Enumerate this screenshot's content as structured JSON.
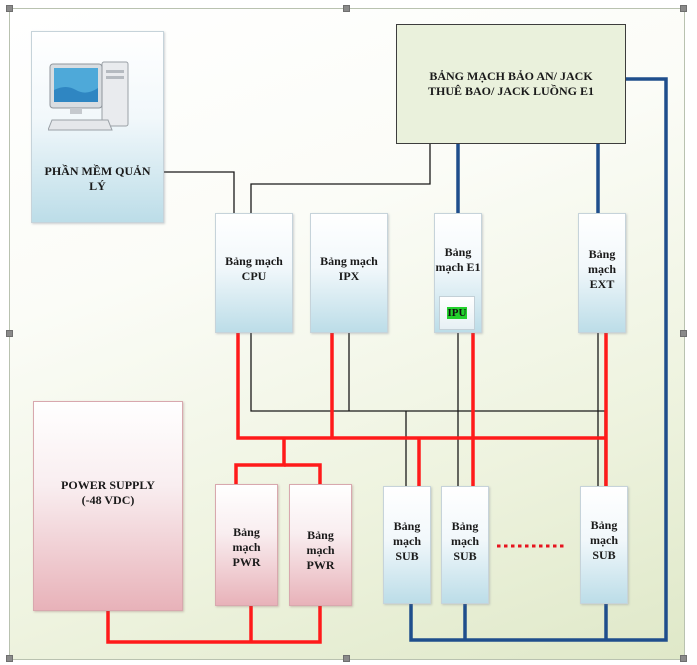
{
  "boxes": {
    "management_software": "PHẦN MỀM QUẢN\nLÝ",
    "top_board": "BẢNG MẠCH BẢO AN/ JACK\nTHUÊ BAO/ JACK LUỒNG E1",
    "cpu": "Bảng mạch\nCPU",
    "ipx": "Bảng mạch\nIPX",
    "e1": "Bảng\nmạch E1",
    "ipu": "IPU",
    "ext": "Bảng\nmạch\nEXT",
    "power_supply": "POWER SUPPLY\n(-48 VDC)",
    "pwr1": "Bảng\nmạch\nPWR",
    "pwr2": "Bảng\nmạch\nPWR",
    "sub1": "Bảng\nmạch\nSUB",
    "sub2": "Bảng\nmạch\nSUB",
    "sub3": "Bảng\nmạch\nSUB"
  },
  "colors": {
    "control_line": "#1a1a1a",
    "power_line": "#ff1a1a",
    "trunk_line": "#1f4e8c",
    "ellipsis_dots": "#e6141e"
  }
}
